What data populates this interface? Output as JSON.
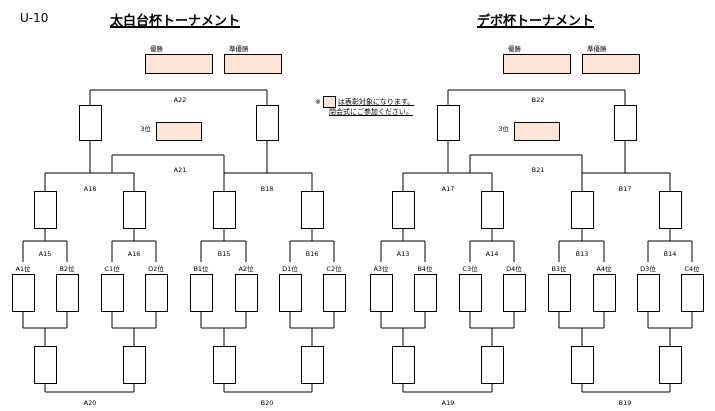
{
  "age_group": "U-10",
  "note": {
    "mark": "※",
    "line1": "は表彰対象になります。",
    "line2": "閉会式にご参加ください。"
  },
  "colors": {
    "line": "#000000",
    "award_fill": "#fce4d6",
    "box_fill": "#ffffff"
  },
  "tournaments": [
    {
      "title": "太白台杯トーナメント",
      "winner_label": "優勝",
      "runnerup_label": "準優勝",
      "third_label": "3位",
      "final_match": "A22",
      "third_match": "A21",
      "semis": [
        "A18",
        "B18"
      ],
      "quarters": [
        "A15",
        "A16",
        "B15",
        "B16"
      ],
      "seeds": [
        "A1位",
        "B2位",
        "C1位",
        "D2位",
        "B1位",
        "A2位",
        "D1位",
        "C2位"
      ],
      "bottom_matches": [
        "A20",
        "B20"
      ]
    },
    {
      "title": "デボ杯トーナメント",
      "winner_label": "優勝",
      "runnerup_label": "準優勝",
      "third_label": "3位",
      "final_match": "B22",
      "third_match": "B21",
      "semis": [
        "A17",
        "B17"
      ],
      "quarters": [
        "A13",
        "A14",
        "B13",
        "B14"
      ],
      "seeds": [
        "A3位",
        "B4位",
        "C3位",
        "D4位",
        "B3位",
        "A4位",
        "D3位",
        "C4位"
      ],
      "bottom_matches": [
        "A19",
        "B19"
      ]
    }
  ]
}
